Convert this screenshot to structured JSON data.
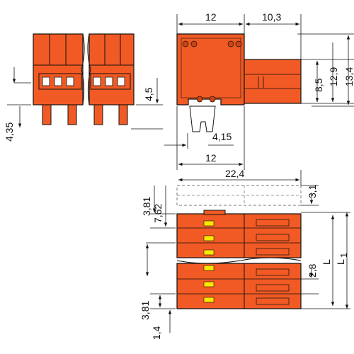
{
  "colors": {
    "connector_body": "#f15a24",
    "connector_dark": "#c94513",
    "contact_yellow": "#ffe600",
    "outline": "#111111",
    "dashed": "#777777",
    "background": "#ffffff"
  },
  "dimensions": {
    "top_width": "12",
    "top_extension": "10,3",
    "height_8_5": "8,5",
    "height_12_9": "12,9",
    "height_13_4": "13,4",
    "pin_height": "4,5",
    "pin_offset": "4,35",
    "latch_width": "4,15",
    "body_width": "12",
    "overall_length": "22,4",
    "offset_3_1": "3,1",
    "pitch_3_81_top": "3,81",
    "pitch_7_62": "7,62",
    "contact_2_8": "2,8",
    "pitch_3_81_bottom": "3,81",
    "edge_1_4": "1,4",
    "length_L": "L",
    "length_L1": "L",
    "length_L1_subscript": "1"
  },
  "icons": [
    "front-view",
    "side-view",
    "top-view"
  ]
}
